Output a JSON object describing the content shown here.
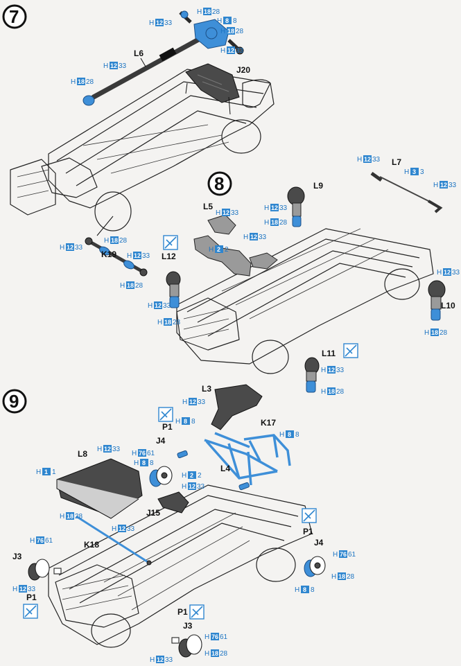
{
  "steps": [
    {
      "number": "7"
    },
    {
      "number": "8"
    },
    {
      "number": "9"
    }
  ],
  "parts": {
    "L6": "L6",
    "J20": "J20",
    "K19": "K19",
    "L5": "L5",
    "L9": "L9",
    "L7": "L7",
    "L12": "L12",
    "L10": "L10",
    "L11": "L11",
    "L3": "L3",
    "K17": "K17",
    "L4": "L4",
    "L8": "L8",
    "J4a": "J4",
    "J4b": "J4",
    "J15": "J15",
    "K18": "K18",
    "J3a": "J3",
    "J3b": "J3",
    "P1a": "P1",
    "P1b": "P1",
    "P1c": "P1",
    "P1d": "P1"
  },
  "hardware": {
    "letter": "H",
    "s7": [
      "18",
      "8",
      "18",
      "12",
      "12",
      "12",
      "18",
      "18",
      "12",
      "12",
      "18"
    ],
    "s8": [
      "12",
      "3",
      "12",
      "12",
      "18",
      "12",
      "2",
      "12",
      "12",
      "18",
      "12",
      "18",
      "12",
      "18"
    ],
    "s9": [
      "12",
      "8",
      "2",
      "12",
      "1",
      "76",
      "8",
      "12",
      "8",
      "18",
      "12",
      "76",
      "12",
      "76",
      "18",
      "8",
      "76",
      "18",
      "12"
    ],
    "s7b": [
      "28",
      "8",
      "28",
      "33",
      "33",
      "33",
      "28",
      "28",
      "33",
      "33",
      "28"
    ],
    "s8b": [
      "33",
      "3",
      "33",
      "33",
      "28",
      "33",
      "2",
      "33",
      "33",
      "28",
      "33",
      "28",
      "33",
      "28"
    ],
    "s9b": [
      "33",
      "8",
      "2",
      "33",
      "1",
      "61",
      "8",
      "33",
      "8",
      "28",
      "33",
      "61",
      "33",
      "61",
      "28",
      "8",
      "61",
      "28",
      "33"
    ]
  },
  "colors": {
    "accent": "#2f86cf",
    "part_blue": "#3e8fd8",
    "part_dark": "#4a4a4a"
  }
}
